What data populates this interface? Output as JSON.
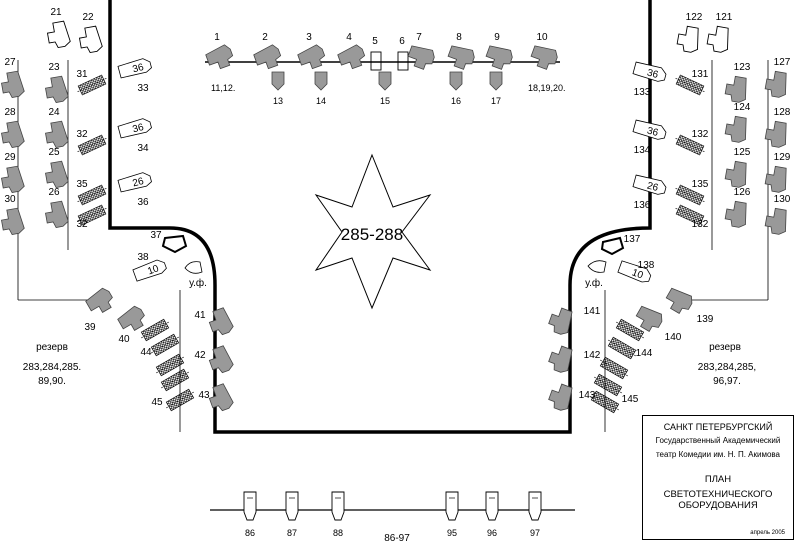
{
  "star": {
    "label": "285-288"
  },
  "top_pipe": {
    "upper": [
      "1",
      "2",
      "3",
      "4",
      "5",
      "6",
      "7",
      "8",
      "9",
      "10"
    ],
    "lower": [
      "13",
      "14",
      "15",
      "16",
      "17"
    ],
    "left_note": "11,12.",
    "right_note": "18,19,20."
  },
  "left_col": [
    "21",
    "22",
    "27",
    "23",
    "28",
    "24",
    "29",
    "25",
    "30",
    "26"
  ],
  "right_col": [
    "122",
    "121",
    "127",
    "123",
    "128",
    "124",
    "129",
    "125",
    "130",
    "126"
  ],
  "left_inner": [
    "31",
    "32",
    "35",
    "32"
  ],
  "right_inner": [
    "131",
    "132",
    "135",
    "132"
  ],
  "left_boxes": [
    "33",
    "34",
    "36"
  ],
  "right_boxes": [
    "133",
    "134",
    "136"
  ],
  "box_text": [
    "36",
    "36",
    "26",
    "36",
    "36",
    "26"
  ],
  "left_side": [
    "37",
    "38",
    "39",
    "40",
    "41",
    "42",
    "43",
    "44",
    "45"
  ],
  "right_side": [
    "137",
    "138",
    "139",
    "140",
    "141",
    "142",
    "143",
    "144",
    "145"
  ],
  "uf": "у.ф.",
  "ten": "10",
  "reserve_left": {
    "title": "резерв",
    "line1": "283,284,285.",
    "line2": "89,90."
  },
  "reserve_right": {
    "title": "резерв",
    "line1": "283,284,285,",
    "line2": "96,97."
  },
  "bottom_bar": {
    "units": [
      "86",
      "87",
      "88",
      "95",
      "96",
      "97"
    ],
    "range": "86-97"
  },
  "title_block": {
    "org1": "САНКТ ПЕТЕРБУРГСКИЙ",
    "org2": "Государственный Академический",
    "org3": "театр Комедии им. Н. П. Акимова",
    "title1": "ПЛАН",
    "title2": "СВЕТОТЕХНИЧЕСКОГО",
    "title3": "ОБОРУДОВАНИЯ",
    "date": "апрель 2005"
  }
}
